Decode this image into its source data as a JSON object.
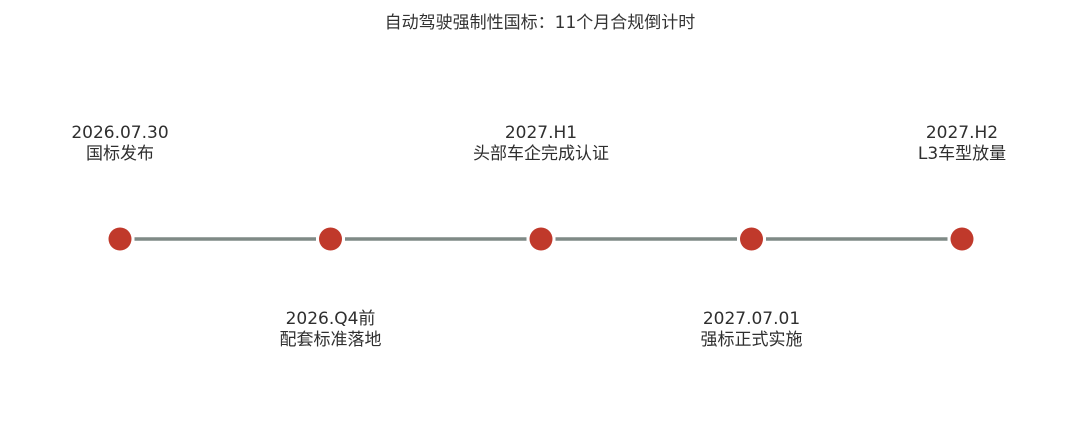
{
  "title": "自动驾驶强制性国标：11个月合规倒计时",
  "colors": {
    "line": "#7f8a86",
    "dot": "#c0392b",
    "text": "#2f2f2f"
  },
  "milestones": [
    {
      "date": "2026.07.30",
      "desc": "国标发布",
      "position": "above"
    },
    {
      "date": "2026.Q4前",
      "desc": "配套标准落地",
      "position": "below"
    },
    {
      "date": "2027.H1",
      "desc": "头部车企完成认证",
      "position": "above"
    },
    {
      "date": "2027.07.01",
      "desc": "强标正式实施",
      "position": "below"
    },
    {
      "date": "2027.H2",
      "desc": "L3车型放量",
      "position": "above"
    }
  ]
}
